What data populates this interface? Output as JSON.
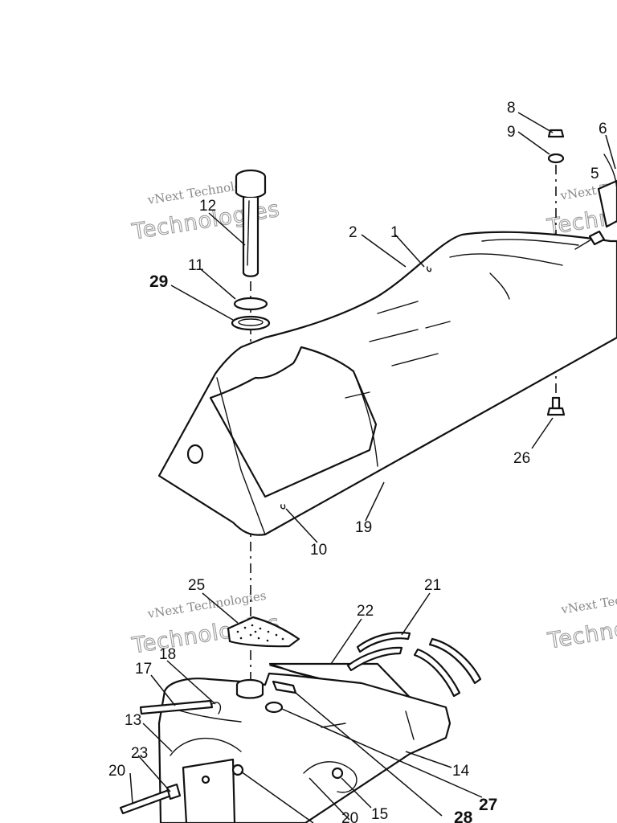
{
  "watermark": {
    "line1": "vNext Technologies",
    "line2": "Technologies"
  },
  "callouts": {
    "c1": "1",
    "c2": "2",
    "c5": "5",
    "c6": "6",
    "c8": "8",
    "c9": "9",
    "c10": "10",
    "c11": "11",
    "c12": "12",
    "c13": "13",
    "c14": "14",
    "c15": "15",
    "c17": "17",
    "c18": "18",
    "c19": "19",
    "c20a": "20",
    "c20b": "20",
    "c21": "21",
    "c22": "22",
    "c23": "23",
    "c25": "25",
    "c26": "26",
    "c27": "27",
    "c28": "28",
    "c29": "29"
  },
  "colors": {
    "ink": "#111111",
    "watermark": "#9a9a9a",
    "paper": "#ffffff"
  }
}
